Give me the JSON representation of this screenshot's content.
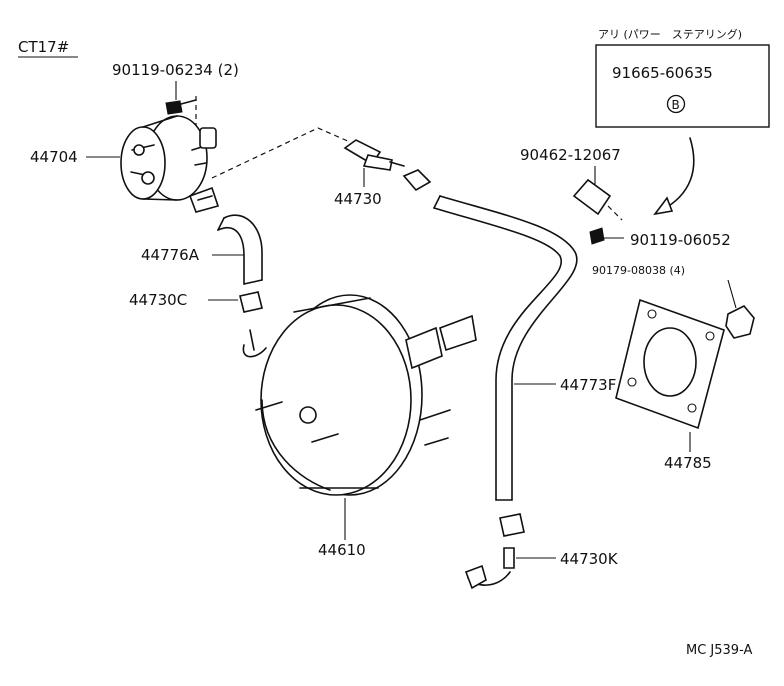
{
  "header": {
    "model_code": "CT17#"
  },
  "option_box": {
    "caption": "アリ (パワー　ステアリング)",
    "part_number": "91665-60635",
    "symbol": "B"
  },
  "labels": {
    "bolt_top": "90119-06234 (2)",
    "pump": "44704",
    "check_valve": "44730",
    "hose_short": "44776A",
    "clip_c": "44730C",
    "clamp": "90462-12067",
    "bolt_side": "90119-06052",
    "nut": "90179-08038 (4)",
    "hose_long": "44773F",
    "gasket": "44785",
    "booster": "44610",
    "clip_k": "44730K"
  },
  "footer": {
    "diagram_id": "MC J539-A"
  }
}
